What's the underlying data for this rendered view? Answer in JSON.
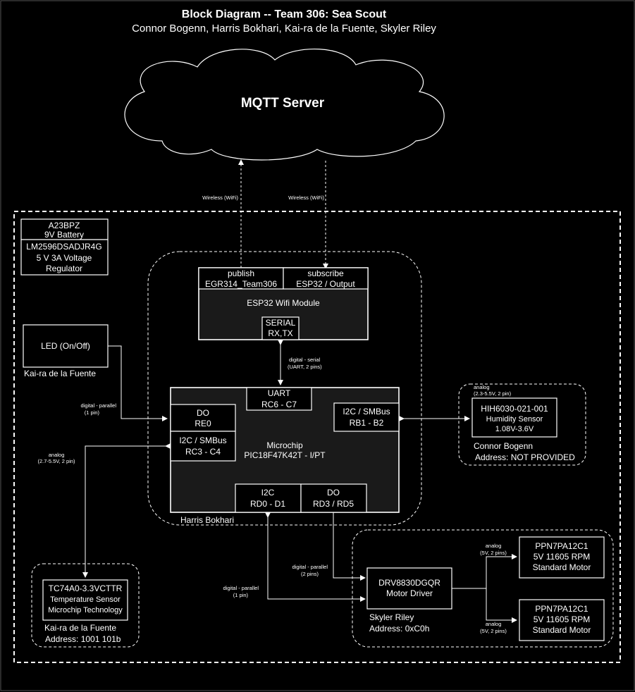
{
  "title": "Block Diagram -- Team 306: Sea Scout",
  "authors": "Connor Bogenn, Harris Bokhari, Kai-ra de la Fuente, Skyler Riley",
  "cloud": "MQTT Server",
  "wireless": {
    "left": "Wireless (WiFi)",
    "right": "Wireless (WiFi)"
  },
  "power": {
    "battery_part": "A23BPZ",
    "battery_desc": "9V Battery",
    "reg_part": "LM2596DSADJR4G",
    "reg_desc1": "5 V 3A Voltage",
    "reg_desc2": "Regulator"
  },
  "esp32": {
    "publish_label": "publish",
    "publish_topic": "EGR314_Team306",
    "subscribe_label": "subscribe",
    "subscribe_topic": "ESP32 / Output",
    "name": "ESP32 Wifi Module",
    "serial1": "SERIAL",
    "serial2": "RX,TX"
  },
  "serial_link": {
    "line1": "digital - serial",
    "line2": "(UART, 2 pins)"
  },
  "led": {
    "label": "LED (On/Off)",
    "owner": "Kai-ra de la Fuente"
  },
  "led_link": {
    "line1": "digital - parallel",
    "line2": "(1 pin)"
  },
  "mcu": {
    "name1": "Microchip",
    "name2": "PIC18F47K42T - I/PT",
    "uart1": "UART",
    "uart2": "RC6 - C7",
    "do1": "DO",
    "do2": "RE0",
    "i2c_left1": "I2C / SMBus",
    "i2c_left2": "RC3 - C4",
    "i2c_right1": "I2C / SMBus",
    "i2c_right2": "RB1 - B2",
    "i2c_bot1": "I2C",
    "i2c_bot2": "RD0 - D1",
    "do_bot1": "DO",
    "do_bot2": "RD3 / RD5",
    "owner": "Harris Bokhari"
  },
  "humidity": {
    "part": "HIH6030-021-001",
    "desc": "Humidity Sensor",
    "volt": "1.08V-3.6V",
    "link": "analog",
    "link2": "(2.3-5.5V, 2 pin)",
    "owner": "Connor Bogenn",
    "address": "Address: NOT PROVIDED"
  },
  "temp": {
    "link1": "analog",
    "link2": "(2.7-5.5V, 2 pin)",
    "part": "TC74A0-3.3VCTTR",
    "desc": "Temperature Sensor",
    "maker": "Microchip Technology",
    "owner": "Kai-ra de la Fuente",
    "address": "Address: 1001 101b"
  },
  "driver": {
    "part": "DRV8830DGQR",
    "desc": "Motor Driver",
    "owner": "Skyler Riley",
    "address": "Address: 0xC0h",
    "link_do1": "digital - parallel",
    "link_do2": "(2 pins)",
    "link_i2c1": "digital - parallel",
    "link_i2c2": "(1 pin)"
  },
  "motors": [
    {
      "part": "PPN7PA12C1",
      "spec": "5V 11605 RPM",
      "desc": "Standard Motor",
      "link1": "analog",
      "link2": "(5V, 2 pins)"
    },
    {
      "part": "PPN7PA12C1",
      "spec": "5V 11605 RPM",
      "desc": "Standard Motor",
      "link1": "analog",
      "link2": "(5V, 2 pins)"
    }
  ]
}
